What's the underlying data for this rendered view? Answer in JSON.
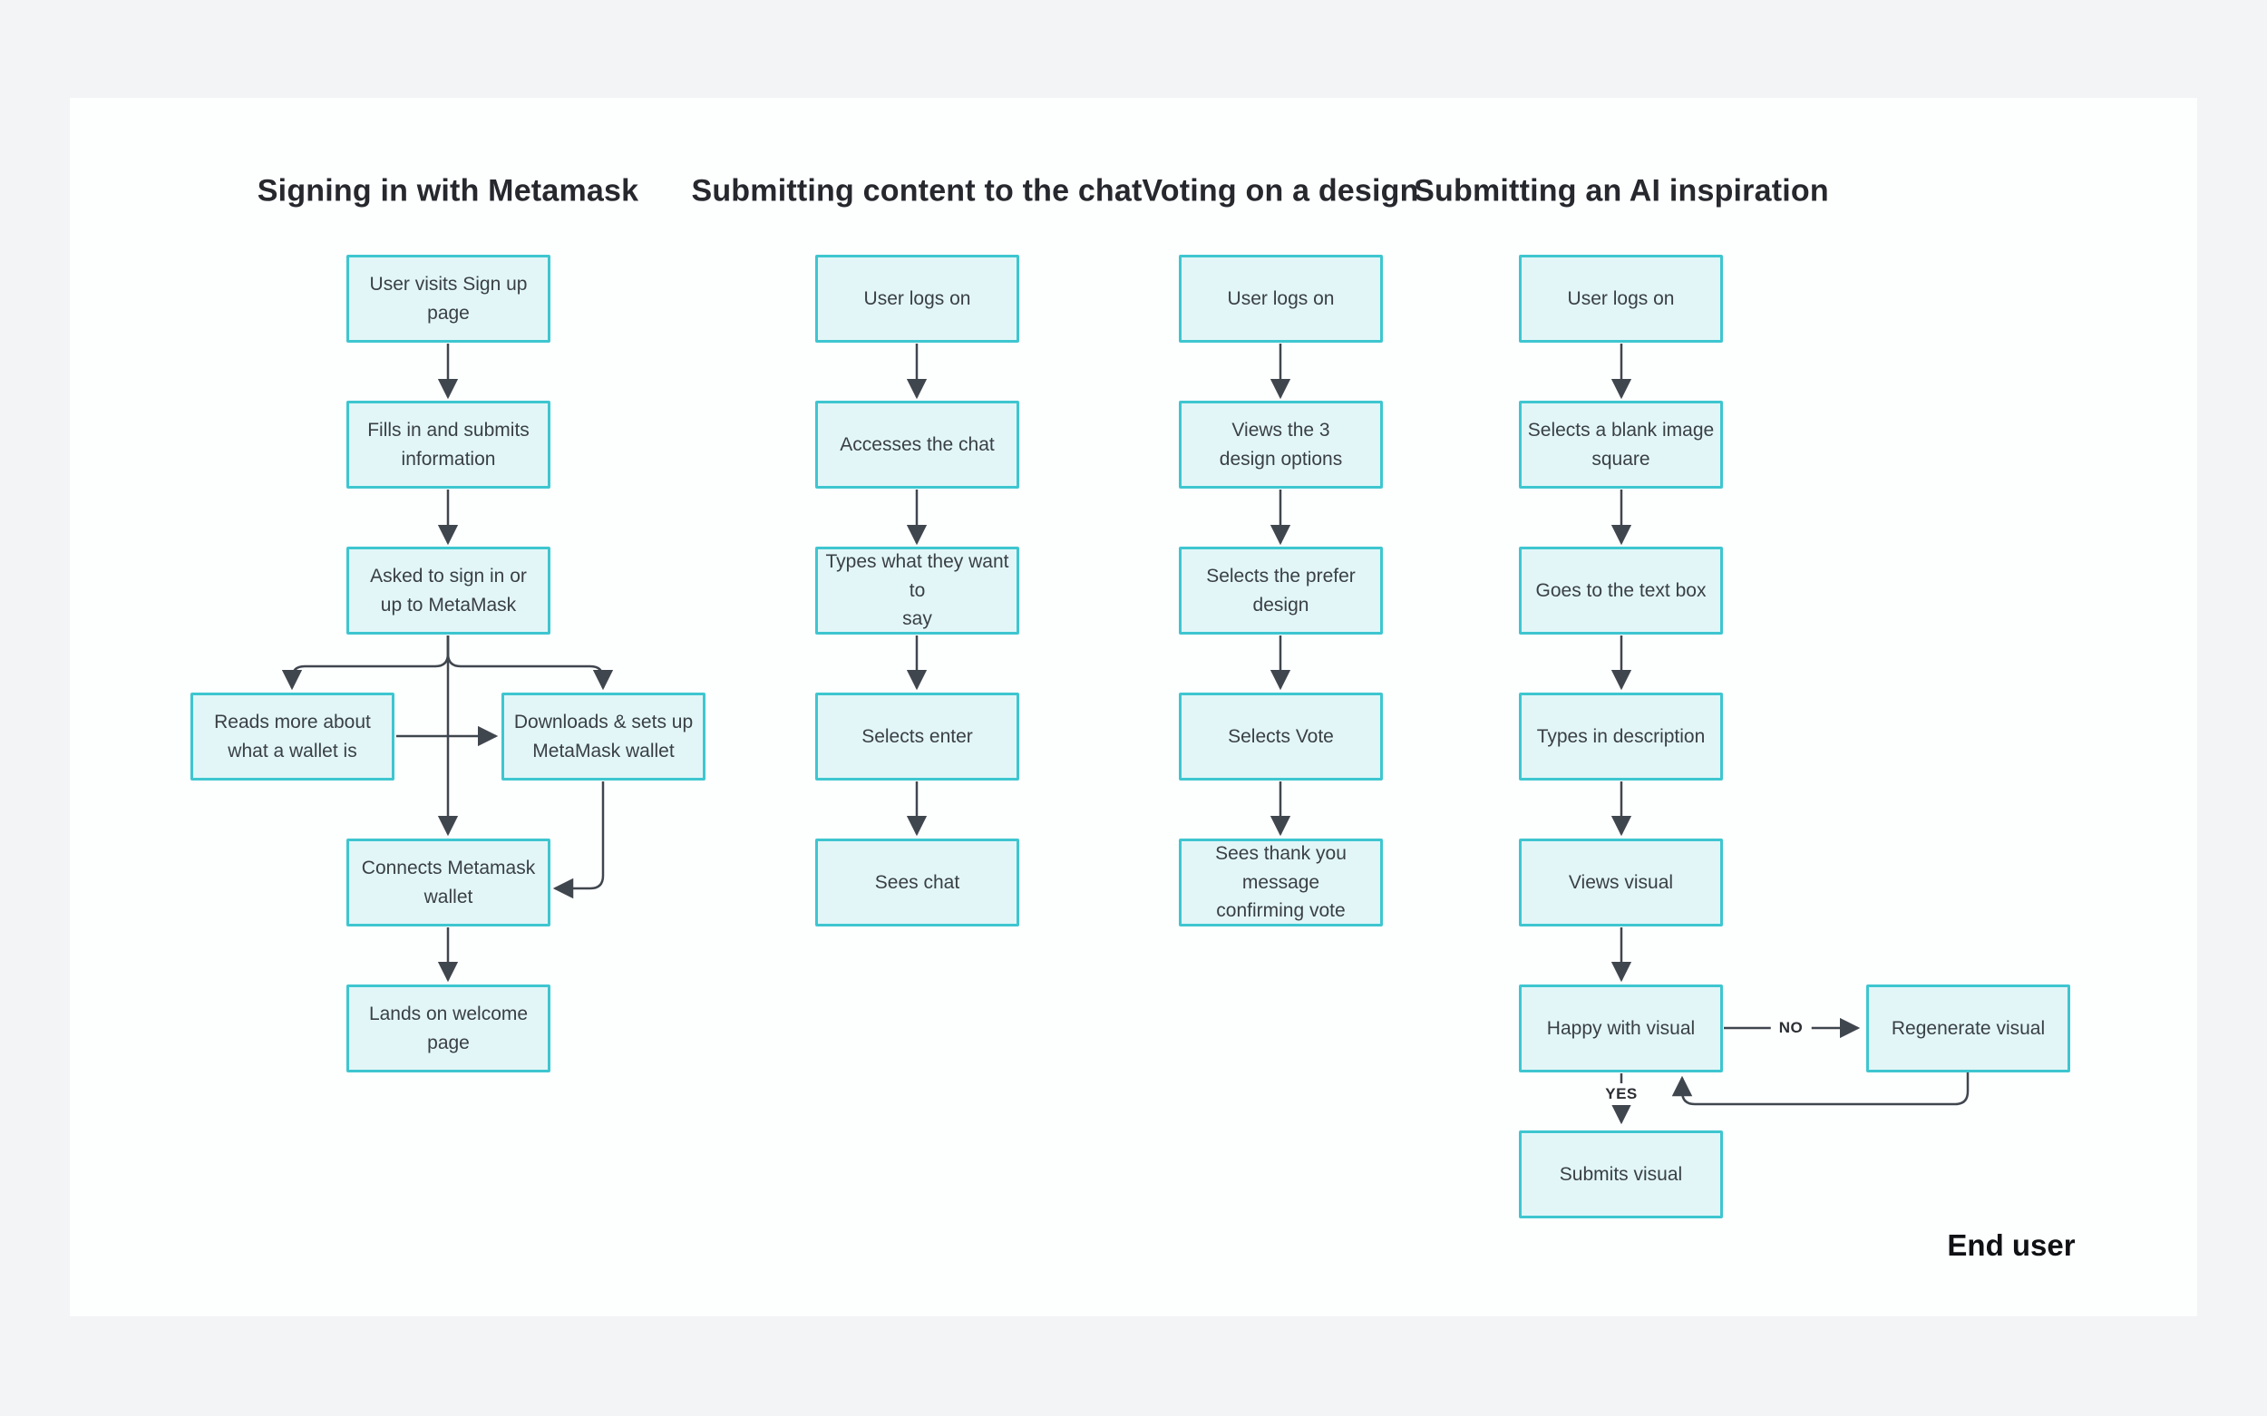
{
  "colors": {
    "page_background": "#f3f4f6",
    "canvas": "#fdfefe",
    "node_fill": "#e2f6f8",
    "node_border": "#3ec6d0",
    "connector": "#40464e",
    "node_text": "#3a4045",
    "title_text": "#26282e"
  },
  "flows": [
    {
      "title": "Signing in with Metamask",
      "nodes": [
        "User visits Sign up page",
        "Fills in and submits\ninformation",
        "Asked to sign in or\nup to MetaMask",
        "Reads more about\nwhat a wallet is",
        "Downloads & sets up\nMetaMask wallet",
        "Connects Metamask\nwallet",
        "Lands on welcome page"
      ]
    },
    {
      "title": "Submitting content to the chat",
      "nodes": [
        "User logs on",
        "Accesses the chat",
        "Types what they want to\nsay",
        "Selects enter",
        "Sees chat"
      ]
    },
    {
      "title": "Voting on a design",
      "nodes": [
        "User logs on",
        "Views the 3\ndesign options",
        "Selects the prefer design",
        "Selects Vote",
        "Sees thank you message\nconfirming vote"
      ]
    },
    {
      "title": "Submitting an AI inspiration",
      "nodes": [
        "User logs on",
        "Selects a blank image\nsquare",
        "Goes to the text box",
        "Types in description",
        "Views visual",
        "Happy with visual",
        "Submits visual"
      ],
      "branch": "Regenerate visual",
      "no_label": "NO",
      "yes_label": "YES"
    }
  ],
  "end_user_label": "End user"
}
